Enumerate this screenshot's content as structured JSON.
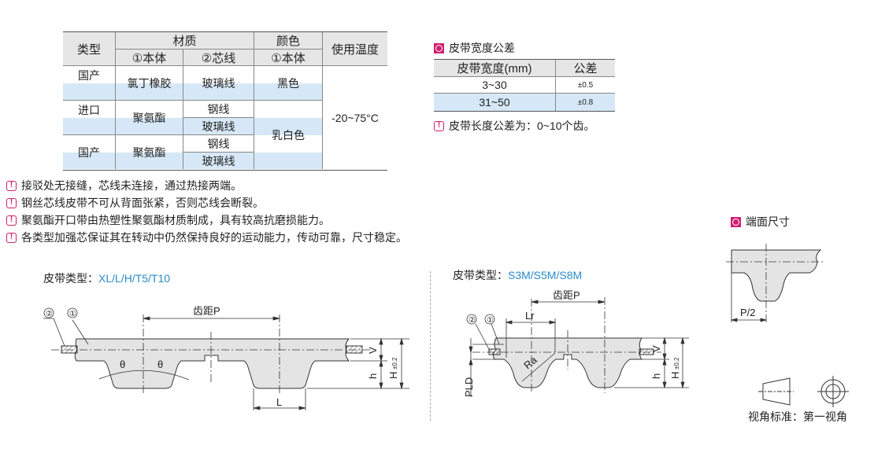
{
  "material_table": {
    "headers": {
      "type": "类型",
      "material": "材质",
      "color": "颜色",
      "temp": "使用温度",
      "body1": "①本体",
      "core2": "②芯线",
      "body1_color": "①本体"
    },
    "rows": [
      {
        "type": "国产",
        "body": "氯丁橡胶",
        "core": [
          "玻璃线"
        ],
        "color": "黑色"
      },
      {
        "type": "进口",
        "body": "聚氨酯",
        "core": [
          "钢线",
          "玻璃线"
        ],
        "color": "乳白色"
      },
      {
        "type": "国产",
        "body": "聚氨酯",
        "core": [
          "钢线",
          "玻璃线"
        ]
      }
    ],
    "temp_value": "-20~75°C"
  },
  "width_tolerance": {
    "title": "皮带宽度公差",
    "headers": [
      "皮带宽度(mm)",
      "公差"
    ],
    "rows": [
      [
        "3~30",
        "±0.5"
      ],
      [
        "31~50",
        "±0.8"
      ]
    ],
    "note": "皮带长度公差为：0~10个齿。"
  },
  "notes": [
    "接驳处无接缝，芯线未连接，通过热接两端。",
    "钢丝芯线皮带不可从背面张紧，否则芯线会断裂。",
    "聚氨酯开口带由热塑性聚氨酯材质制成，具有较高抗磨损能力。",
    "各类型加强芯保证其在转动中仍然保持良好的运动能力，传动可靠，尺寸稳定。"
  ],
  "diagram_left": {
    "label": "皮带类型：",
    "types": "XL/L/H/T5/T10",
    "pitch": "齿距P",
    "c2": "②",
    "c1": "①",
    "theta": "θ",
    "V": "V",
    "h": "h",
    "H": "H",
    "tol": "±0.2",
    "L": "L"
  },
  "diagram_right": {
    "label": "皮带类型：",
    "types": "S3M/S5M/S8M",
    "pitch": "齿距P",
    "c2": "②",
    "c1": "①",
    "Lr": "Lr",
    "Ra": "Ra",
    "PLD": "PLD",
    "V": "V",
    "h": "h",
    "H": "H",
    "tol": "±0.2"
  },
  "end_face": {
    "title": "端面尺寸",
    "half_pitch": "P/2"
  },
  "projection": {
    "label": "视角标准：第一视角"
  },
  "colors": {
    "accent": "#d0206f",
    "stripe": "#d6e8f7",
    "header": "#e6e6e6",
    "link": "#2a8ac9"
  }
}
